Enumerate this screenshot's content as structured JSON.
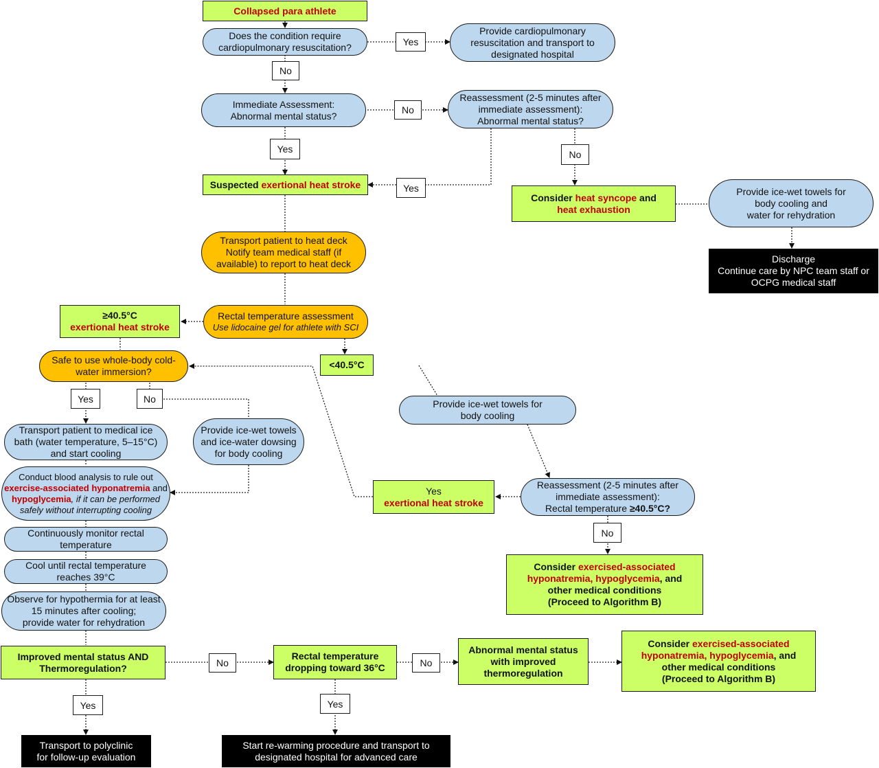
{
  "nodes": {
    "collapsed": {
      "pre": "",
      "red": "Collapsed para athlete",
      "post": ""
    },
    "cpr_question": {
      "l1": "Does the condition require",
      "l2": "cardiopulmonary resuscitation?"
    },
    "provide_cpr": {
      "l1": "Provide  cardiopulmonary",
      "l2": "resuscitation and transport to",
      "l3": "designated hospital"
    },
    "immediate_assessment": {
      "l1": "Immediate Assessment:",
      "l2": "Abnormal mental status?"
    },
    "reassessment_mental": {
      "l1": "Reassessment (2-5 minutes after",
      "l2": "immediate assessment):",
      "l3": "Abnormal mental status?"
    },
    "suspected_ehs": {
      "pre": "Suspected ",
      "red": "exertional heat stroke"
    },
    "consider_syncope": {
      "pre": "Consider ",
      "red1": "heat syncope",
      "mid": " and",
      "red2": "heat exhaustion"
    },
    "towels_rehydration": {
      "l1": "Provide ice-wet towels for",
      "l2": "body cooling and",
      "l3": "water for rehydration"
    },
    "discharge": {
      "l1": "Discharge",
      "l2": "Continue care by NPC team staff or",
      "l3": "OCPG medical staff"
    },
    "transport_heat_deck": {
      "l1": "Transport patient to heat deck",
      "l2": "Notify team medical staff (if",
      "l3": "available)  to report to heat deck"
    },
    "rectal_assessment": {
      "l1": "Rectal temperature assessment",
      "l2": "Use lidocaine gel for athlete with SCI"
    },
    "ge_40_5": {
      "l1": "≥40.5°C",
      "red": "exertional heat stroke"
    },
    "lt_40_5": {
      "l1": "<40.5°C"
    },
    "safe_cwi": {
      "l1": "Safe to use whole-body cold-",
      "l2": "water immersion?"
    },
    "towels_cooling": {
      "l1": "Provide ice-wet towels for",
      "l2": "body cooling"
    },
    "ice_bath": {
      "l1": "Transport patient to medical ice",
      "l2": "bath (water temperature, 5–15°C)",
      "l3": "and start cooling"
    },
    "towels_dousing": {
      "l1": "Provide ice-wet towels",
      "l2": "and ice-water dowsing",
      "l3": "for body cooling"
    },
    "blood_analysis": {
      "l1": "Conduct blood analysis to rule out",
      "red1": "exercise-associated hyponatremia",
      "l2b": " and",
      "red2": "hypoglycemia",
      "l3b": ", if it can be performed",
      "l4": "safely without interrupting cooling"
    },
    "yes_ehs": {
      "l1": "Yes",
      "red": "exertional heat stroke"
    },
    "reassessment_rectal": {
      "l1": "Reassessment (2-5 minutes after",
      "l2": "immediate assessment):",
      "l3a": "Rectal temperature ",
      "l3b": "≥40.5°C?"
    },
    "monitor": {
      "l1": "Continuously monitor rectal",
      "l2": "temperature"
    },
    "cool_until": {
      "l1": "Cool until rectal temperature",
      "l2": "reaches 39°C"
    },
    "consider_eah_1": {
      "pre": "Consider ",
      "red1": "exercised-associated",
      "red2": "hyponatremia, hypoglycemia",
      "post": ", and",
      "l3": "other medical conditions",
      "l4": "(Proceed to Algorithm B)"
    },
    "observe": {
      "l1": "Observe for hypothermia for at least",
      "l2": "15 minutes after cooling;",
      "l3": "provide water for rehydration"
    },
    "improved": {
      "l1": "Improved mental status AND",
      "l2": "Thermoregulation?"
    },
    "rectal_dropping": {
      "l1": "Rectal temperature",
      "l2": "dropping toward 36°C"
    },
    "abnormal_improved": {
      "l1": "Abnormal mental status",
      "l2": "with improved",
      "l3": "thermoregulation"
    },
    "consider_eah_2": {
      "pre": "Consider ",
      "red1": "exercised-associated",
      "red2": "hyponatremia, hypoglycemia",
      "post": ", and",
      "l3": "other medical conditions",
      "l4": "(Proceed to Algorithm B)"
    },
    "transport_polyclinic": {
      "l1": "Transport to polyclinic",
      "l2": "for follow-up evaluation"
    },
    "rewarming": {
      "l1": "Start re-warming procedure and transport to",
      "l2": "designated hospital for advanced care"
    }
  },
  "tags": {
    "t_cpr_yes": "Yes",
    "t_cpr_no": "No",
    "t_ia_no": "No",
    "t_ia_yes": "Yes",
    "t_ra_yes": "Yes",
    "t_ra_no": "No",
    "t_safe_yes": "Yes",
    "t_safe_no": "No",
    "t_rr_no": "No",
    "t_imp_no": "No",
    "t_imp_yes": "Yes",
    "t_drop_no": "No",
    "t_drop_yes": "Yes"
  }
}
